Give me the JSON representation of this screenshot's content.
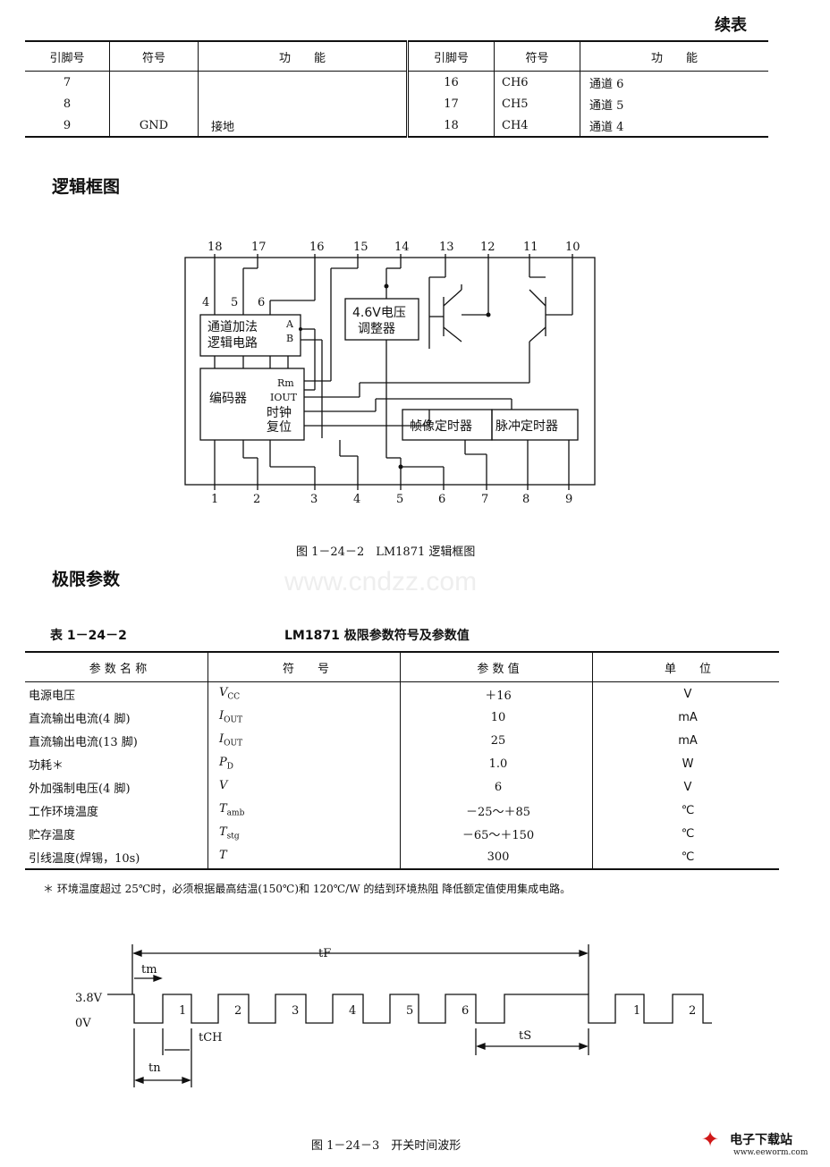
{
  "continuation_label": "续表",
  "pin_table": {
    "headers": [
      "引脚号",
      "符号",
      "功　　能",
      "引脚号",
      "符号",
      "功　　能"
    ],
    "rows": [
      [
        "7",
        "",
        "",
        "16",
        "CH6",
        "通道 6"
      ],
      [
        "8",
        "",
        "",
        "17",
        "CH5",
        "通道 5"
      ],
      [
        "9",
        "GND",
        "接地",
        "18",
        "CH4",
        "通道 4"
      ]
    ]
  },
  "section_logic": "逻辑框图",
  "diagram": {
    "top_pins": [
      "18",
      "17",
      "16",
      "15",
      "14",
      "13",
      "12",
      "11",
      "10"
    ],
    "bottom_pins": [
      "1",
      "2",
      "3",
      "4",
      "5",
      "6",
      "7",
      "8",
      "9"
    ],
    "side_pins": [
      "4",
      "5",
      "6"
    ],
    "block_channel": "通道加法\n逻辑电路",
    "port_a": "A",
    "port_b": "B",
    "block_regulator": "4.6V电压\n调整器",
    "block_encoder": "编码器",
    "port_rm": "Rm",
    "port_iout": "IOUT",
    "port_clock": "时钟",
    "port_reset": "复位",
    "block_frame_timer": "帧像定时器",
    "block_pulse_timer": "脉冲定时器",
    "caption": "图 1－24－2　LM1871 逻辑框图"
  },
  "section_limits": "极限参数",
  "watermark": "www.cndzz.com",
  "limits_table": {
    "label": "表 1－24－2",
    "title": "LM1871 极限参数符号及参数值",
    "headers": [
      "参 数 名 称",
      "符　　号",
      "参 数 值",
      "单　　位"
    ],
    "rows": [
      {
        "name": "电源电压",
        "sym": "V",
        "sub": "CC",
        "val": "＋16",
        "unit": "V"
      },
      {
        "name": "直流输出电流(4 脚)",
        "sym": "I",
        "sub": "OUT",
        "val": "10",
        "unit": "mA"
      },
      {
        "name": "直流输出电流(13 脚)",
        "sym": "I",
        "sub": "OUT",
        "val": "25",
        "unit": "mA"
      },
      {
        "name": "功耗＊",
        "sym": "P",
        "sub": "D",
        "val": "1.0",
        "unit": "W"
      },
      {
        "name": "外加强制电压(4 脚)",
        "sym": "V",
        "sub": "",
        "val": "6",
        "unit": "V"
      },
      {
        "name": "工作环境温度",
        "sym": "T",
        "sub": "amb",
        "val": "－25～＋85",
        "unit": "℃"
      },
      {
        "name": "贮存温度",
        "sym": "T",
        "sub": "stg",
        "val": "－65～＋150",
        "unit": "℃"
      },
      {
        "name": "引线温度(焊锡，10s)",
        "sym": "T",
        "sub": "",
        "val": "300",
        "unit": "℃"
      }
    ],
    "footnote": "＊ 环境温度超过 25℃时，必须根据最高结温(150℃)和 120℃/W 的结到环境热阻 降低额定值使用集成电路。"
  },
  "waveform": {
    "level_high": "3.8V",
    "level_low": "0V",
    "label_tf": "tF",
    "label_tm": "tm",
    "label_tn": "tn",
    "label_tch": "tCH",
    "label_ts": "tS",
    "pulses": [
      "1",
      "2",
      "3",
      "4",
      "5",
      "6",
      "1",
      "2"
    ],
    "caption": "图 1－24－3　开关时间波形"
  },
  "logo": {
    "text": "电子下载站",
    "url": "www.eeworm.com"
  }
}
